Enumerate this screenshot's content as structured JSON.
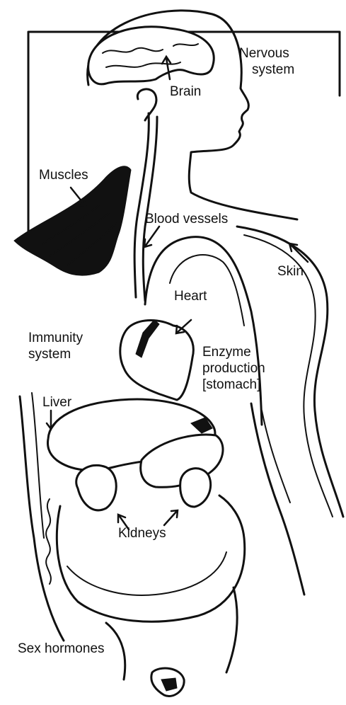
{
  "labels": {
    "nervous_system_1": "Nervous",
    "nervous_system_2": "system",
    "brain": "Brain",
    "muscles": "Muscles",
    "blood_vessels": "Blood vessels",
    "skin": "Skin",
    "heart": "Heart",
    "immunity_1": "Immunity",
    "immunity_2": "system",
    "enzyme_1": "Enzyme",
    "enzyme_2": "production",
    "enzyme_3": "[stomach]",
    "liver": "Liver",
    "kidneys": "Kidneys",
    "sex_hormones": "Sex hormones"
  },
  "colors": {
    "ink": "#111111",
    "paper": "#ffffff"
  }
}
